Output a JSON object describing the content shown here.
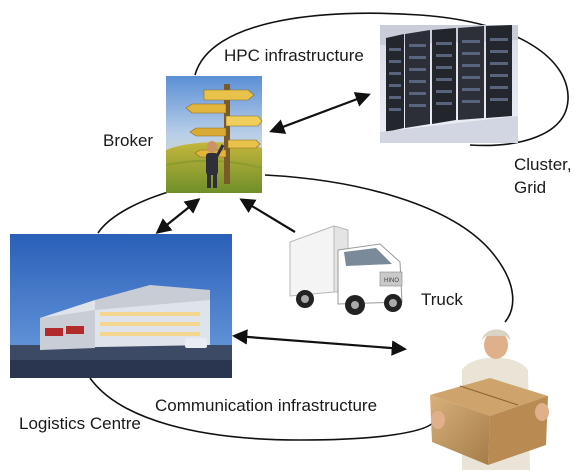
{
  "labels": {
    "hpc": "HPC infrastructure",
    "broker": "Broker",
    "cluster": "Cluster,",
    "grid": "Grid",
    "truck": "Truck",
    "logistics": "Logistics Centre",
    "communication": "Communication infrastructure"
  },
  "truck_art": {
    "cab_text": "HINO"
  }
}
